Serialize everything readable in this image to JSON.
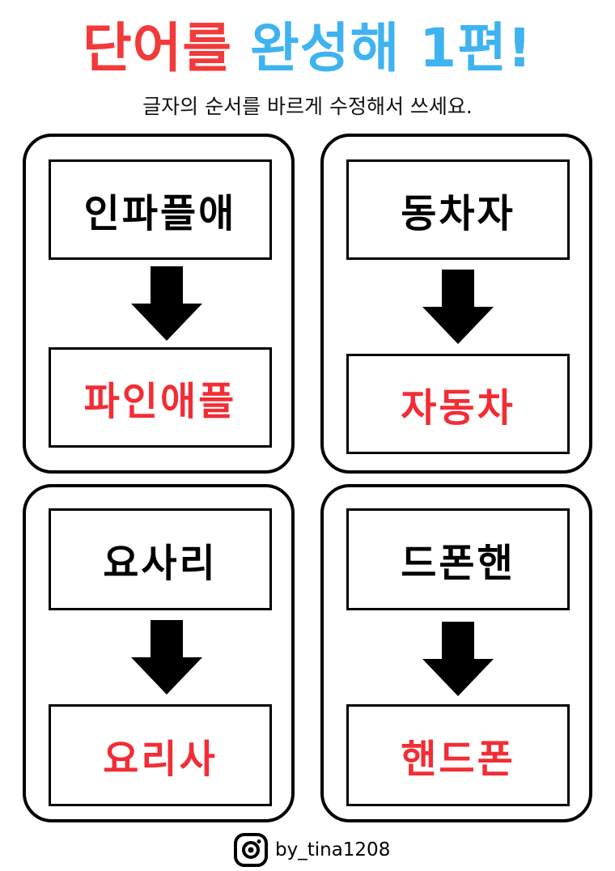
{
  "title": {
    "part1": "단어를",
    "part2": "완성해 1편!",
    "part1_color": "#f23a3a",
    "part2_color": "#3fb3f0"
  },
  "subtitle": "글자의 순서를 바르게 수정해서 쓰세요.",
  "answer_color": "#f22d35",
  "cards": [
    {
      "scrambled": "인파플애",
      "answer": "파인애플"
    },
    {
      "scrambled": "동차자",
      "answer": "자동차"
    },
    {
      "scrambled": "요사리",
      "answer": "요리사"
    },
    {
      "scrambled": "드폰핸",
      "answer": "핸드폰"
    }
  ],
  "footer": {
    "icon": "instagram-icon",
    "handle": "by_tina1208"
  }
}
